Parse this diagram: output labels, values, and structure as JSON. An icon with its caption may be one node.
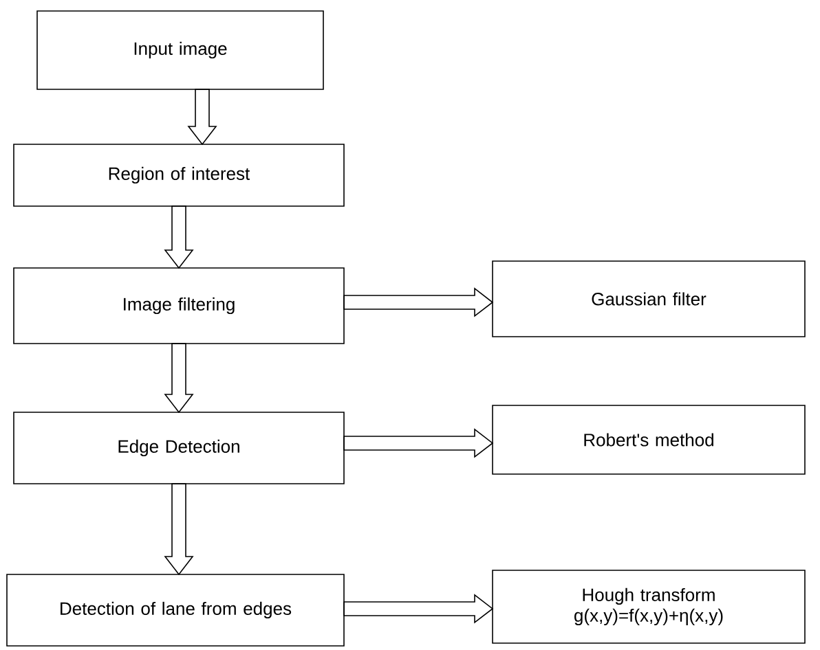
{
  "diagram": {
    "nodes": [
      {
        "text": [
          "Input image"
        ]
      },
      {
        "text": [
          "Region of interest"
        ]
      },
      {
        "text": [
          "Image filtering"
        ]
      },
      {
        "text": [
          "Gaussian filter"
        ]
      },
      {
        "text": [
          "Edge Detection"
        ]
      },
      {
        "text": [
          "Robert's method"
        ]
      },
      {
        "text": [
          "Detection of lane  from edges"
        ]
      },
      {
        "text": [
          "Hough transform",
          "g(x,y)=f(x,y)+η(x,y)"
        ]
      }
    ],
    "edges": [
      {
        "from": 0,
        "to": 1,
        "arrow": "to"
      },
      {
        "from": 1,
        "to": 2,
        "arrow": "to"
      },
      {
        "from": 2,
        "to": 3,
        "arrow": "to"
      },
      {
        "from": 2,
        "to": 4,
        "arrow": "to"
      },
      {
        "from": 4,
        "to": 5,
        "arrow": "to"
      },
      {
        "from": 4,
        "to": 6,
        "arrow": "to"
      },
      {
        "from": 6,
        "to": 7,
        "arrow": "to"
      }
    ]
  }
}
